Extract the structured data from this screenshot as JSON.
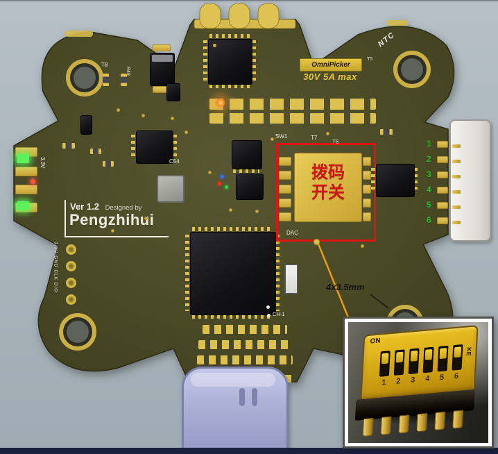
{
  "colors": {
    "accent_red": "#e01212",
    "leader_orange": "#ef9b12",
    "gold": "#dcc050",
    "pin_green": "#2db82d",
    "silk_white": "#ecece2",
    "board": "#4b4a25",
    "usb_lavender": "#b2b6da",
    "badge_gold": "#e8c63e",
    "dip_text_red": "#cc1616"
  },
  "board": {
    "silk": {
      "ver": "Ver 1.2",
      "designed_by": "Designed by",
      "designer": "Pengzhihui",
      "rail_3v3": "3.3V",
      "swd": "3.3V GND CLK DIO",
      "ntc": "NTC",
      "t5": "T5",
      "t6": "T6",
      "t7": "T7",
      "t8": "T8",
      "r48": "R48",
      "c54": "C54",
      "sw1": "SW1",
      "dac": "DAC",
      "ch1": "CH-1"
    },
    "badge": {
      "brand": "OmniPicker",
      "rating": "30V 5A max"
    },
    "pins": [
      "1",
      "2",
      "3",
      "4",
      "5",
      "6"
    ]
  },
  "annotations": {
    "dip_line1": "拨码",
    "dip_line2": "开关",
    "holes": "4x3.5mm"
  },
  "inset": {
    "on": "ON",
    "brand": "KE",
    "numbers": [
      "1",
      "2",
      "3",
      "4",
      "5",
      "6"
    ]
  }
}
